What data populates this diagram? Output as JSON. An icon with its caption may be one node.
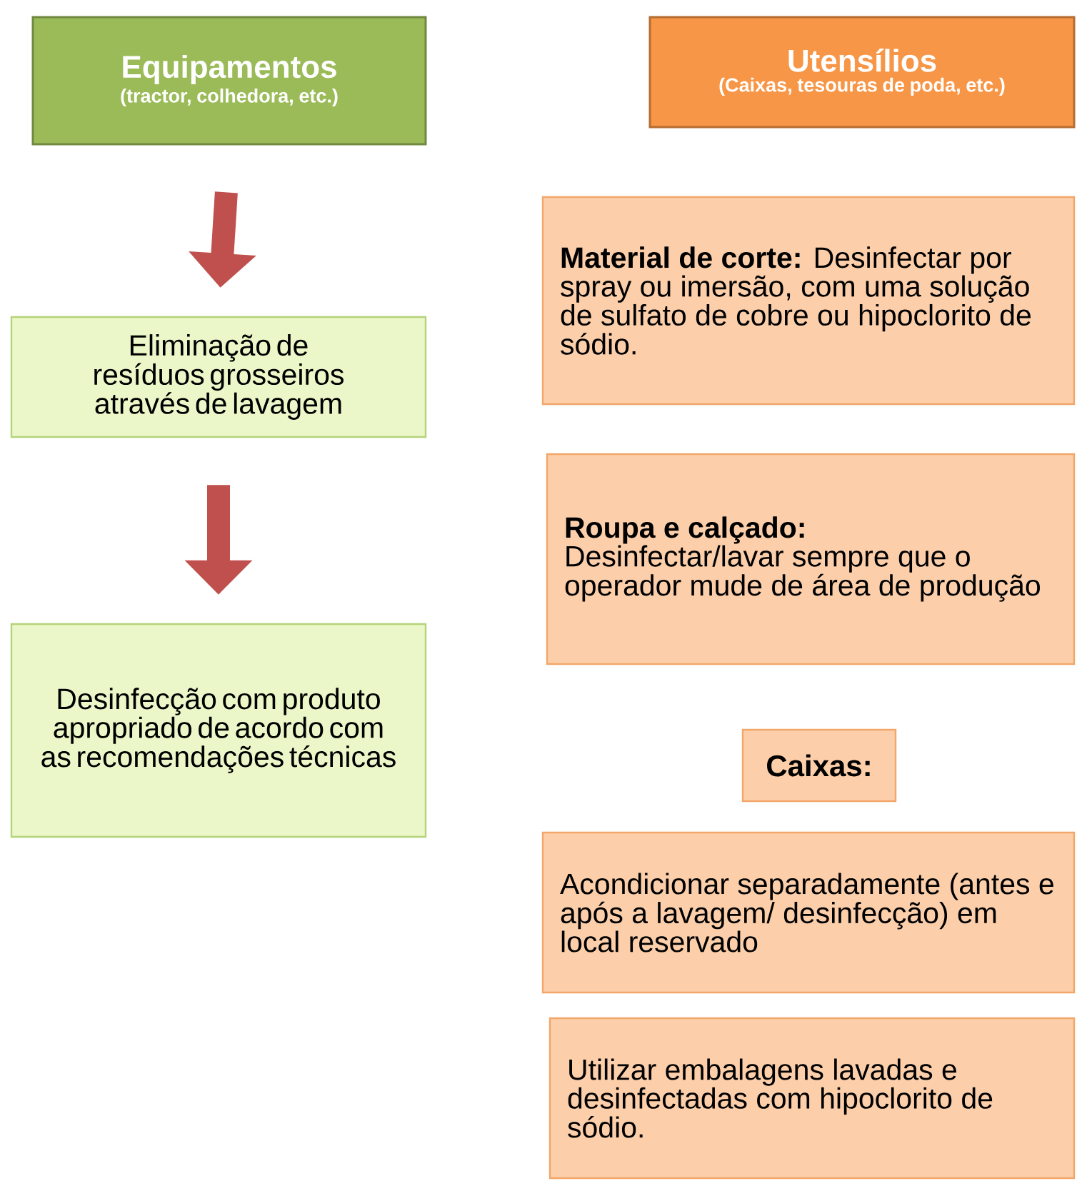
{
  "diagram": {
    "nodes": [
      {
        "text": [
          "Equipamentos",
          "(tractor, colhedora, etc.)"
        ]
      },
      {
        "text": [
          "Utensílios",
          "(Caixas, tesouras de poda, etc.)"
        ]
      },
      {
        "text": [
          "Eliminação de resíduos grosseiros através de lavagem"
        ]
      },
      {
        "text": [
          "Desinfecção com produto apropriado de acordo com as recomendações técnicas"
        ]
      },
      {
        "text": [
          "**Material de corte:** Desinfectar por spray ou imersão, com uma solução de sulfato de cobre ou hipoclorito de sódio."
        ]
      },
      {
        "text": [
          "Roupa e calçado:",
          "Desinfectar/lavar  sempre que o operador mude de área de produção"
        ]
      },
      {
        "text": [
          "Caixas:"
        ]
      },
      {
        "text": [
          "Acondicionar separadamente (antes e após a lavagem/ desinfecção) em local reservado"
        ]
      },
      {
        "text": [
          "Utilizar embalagens lavadas e desinfectadas com hipoclorito de sódio."
        ]
      }
    ],
    "edges": [
      {
        "from": 0,
        "to": 2,
        "arrow": "to"
      },
      {
        "from": 2,
        "to": 3,
        "arrow": "to"
      }
    ]
  }
}
